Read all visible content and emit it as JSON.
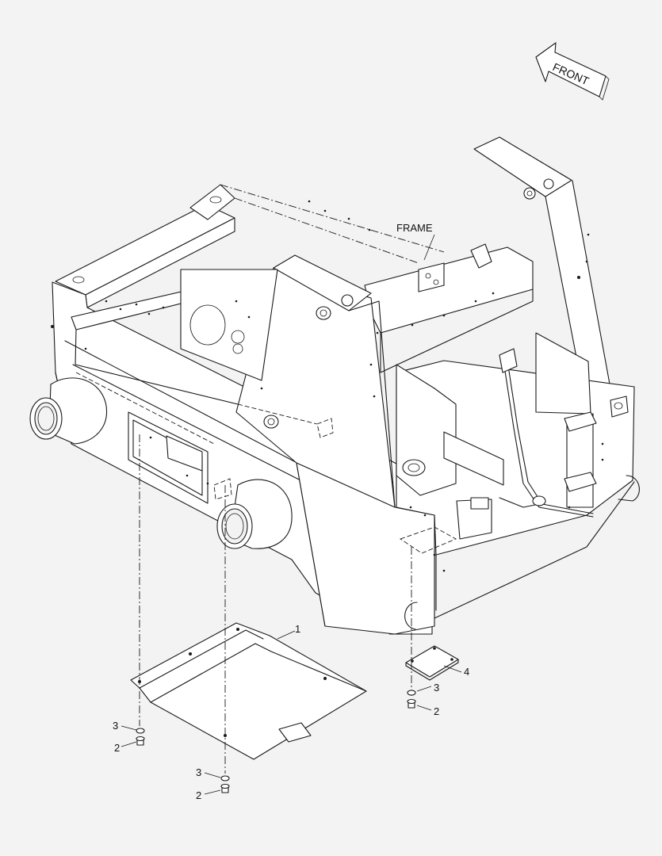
{
  "labels": {
    "frame": "FRAME",
    "front": "FRONT"
  },
  "callouts": {
    "c1": "1",
    "c4": "4",
    "c3_right": "3",
    "c2_right": "2",
    "c3_left": "3",
    "c2_left": "2",
    "c3_bottom": "3",
    "c2_bottom": "2"
  }
}
